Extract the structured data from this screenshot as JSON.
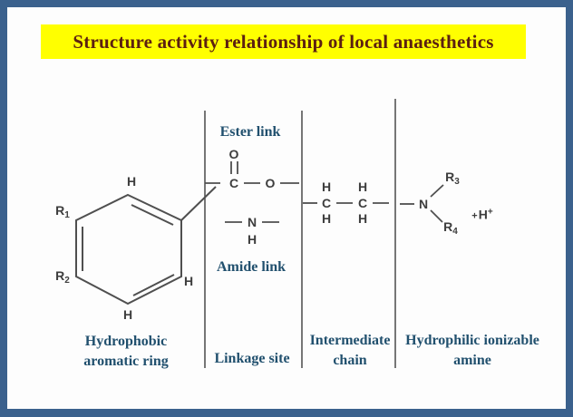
{
  "colors": {
    "frame_border": "#3b618d",
    "title_bg": "#ffff00",
    "title_text": "#5c2011",
    "zone_label_text": "#21506e",
    "structure_lines": "#4f4f4f"
  },
  "title": "Structure activity relationship of local anaesthetics",
  "zone_labels": {
    "ester_link": "Ester link",
    "amide_link": "Amide link",
    "hydrophobic_1": "Hydrophobic",
    "hydrophobic_2": "aromatic ring",
    "linkage_site": "Linkage site",
    "intermediate_1": "Intermediate",
    "intermediate_2": "chain",
    "hydrophilic_1": "Hydrophilic ionizable",
    "hydrophilic_2": "amine"
  },
  "atoms": {
    "h": "H",
    "c": "C",
    "o": "O",
    "n": "N",
    "r": "R",
    "r1_sub": "1",
    "r2_sub": "2",
    "r3_sub": "3",
    "r4_sub": "4",
    "proton_pre": "+",
    "proton_h": "H",
    "proton_sup": "+"
  }
}
